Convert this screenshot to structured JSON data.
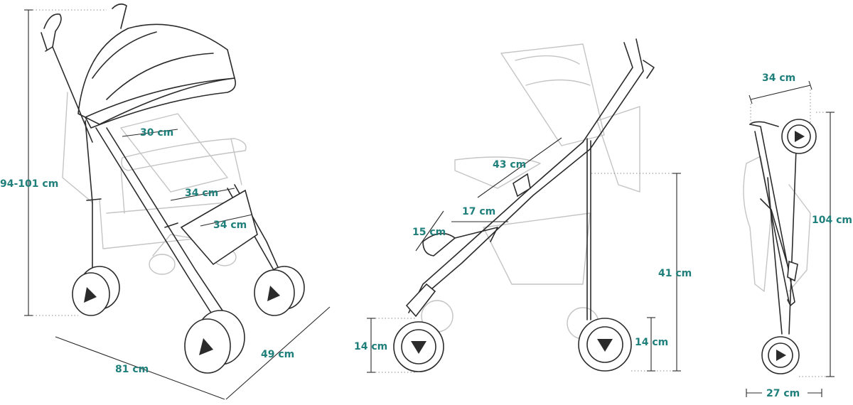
{
  "colors": {
    "label": "#1f7f7a",
    "line": "#2b2b2b",
    "ghost": "#c4c4c4"
  },
  "front_view": {
    "height": "94-101 cm",
    "depth": "81 cm",
    "width": "49 cm",
    "canopy_width": "30 cm",
    "seat_width": "34 cm",
    "footrest_width": "34 cm"
  },
  "side_view": {
    "backrest": "43 cm",
    "seat_depth": "17 cm",
    "footrest": "15 cm",
    "seat_height": "41 cm",
    "front_wheel": "14 cm",
    "rear_wheel": "14 cm"
  },
  "folded_view": {
    "depth": "34 cm",
    "height": "104 cm",
    "width": "27 cm"
  }
}
